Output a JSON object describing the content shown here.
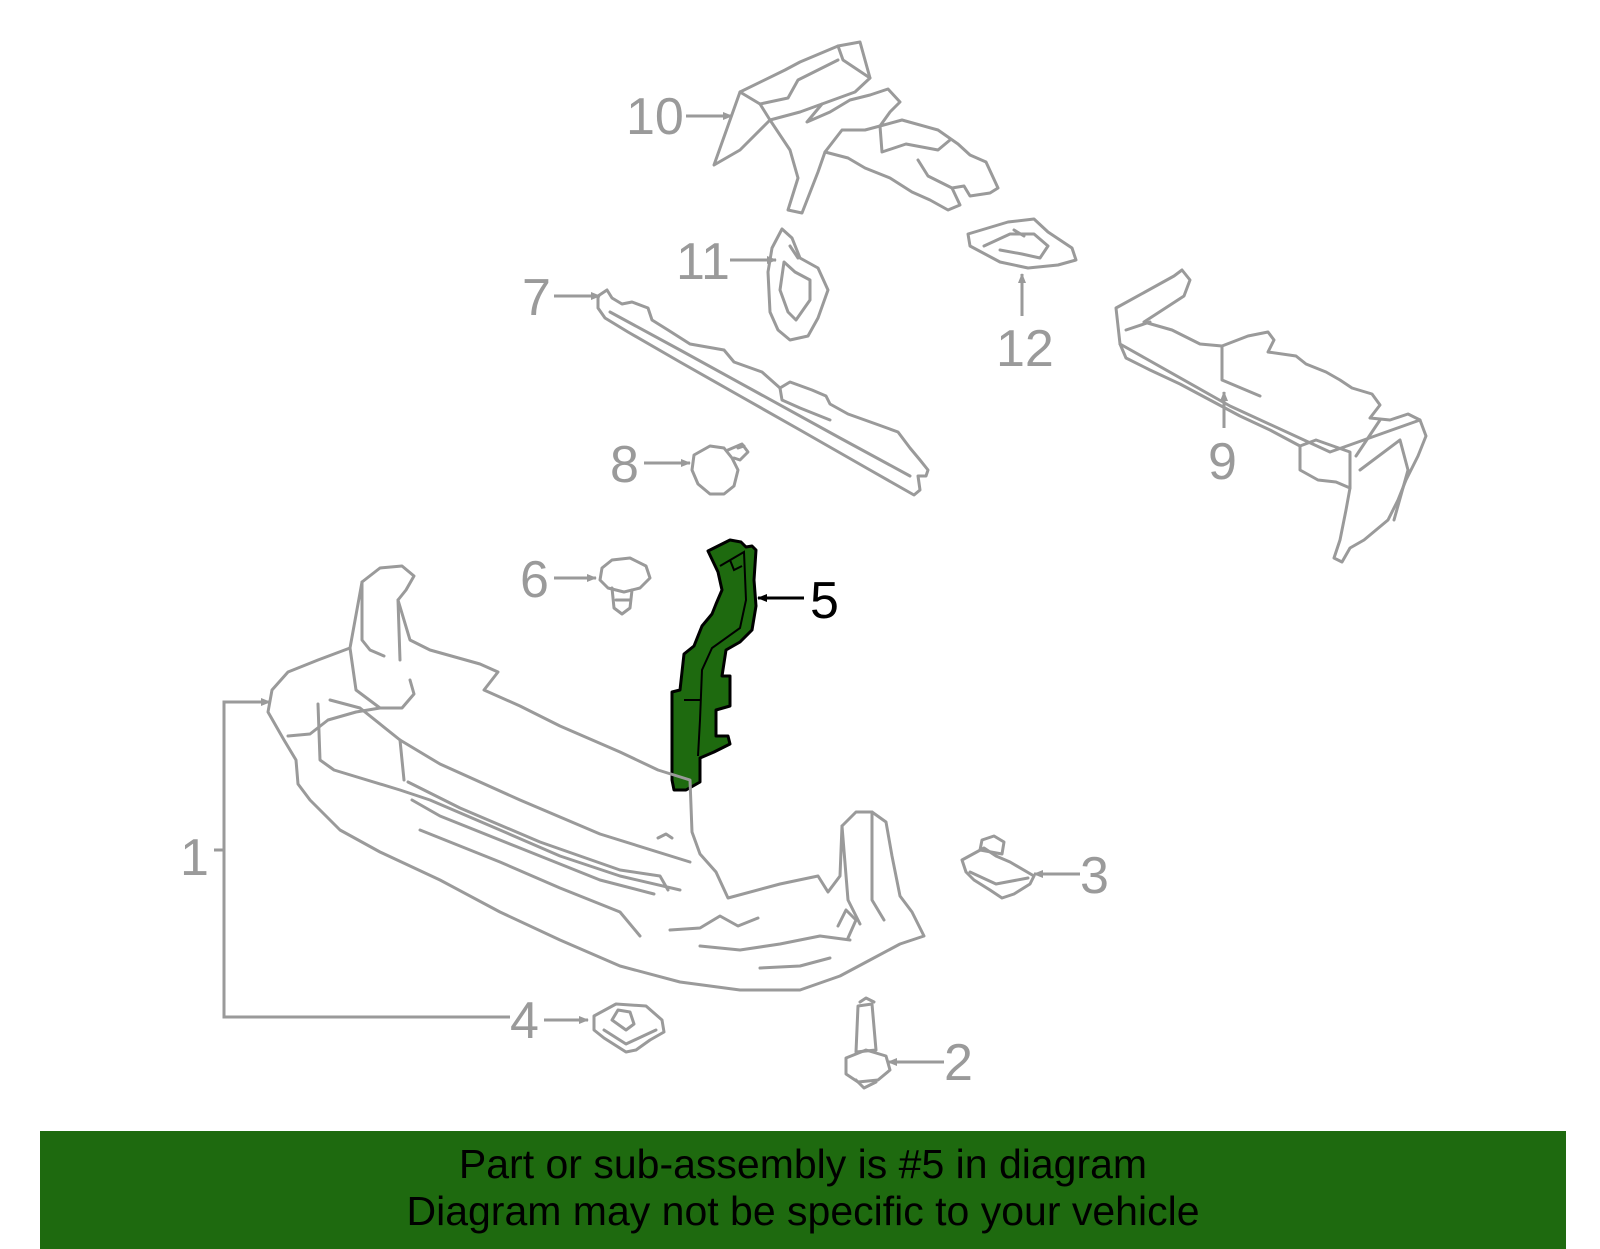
{
  "colors": {
    "highlight": "#1e6a0f",
    "line_gray": "#9a9a9a",
    "text_black": "#000000",
    "background": "#ffffff"
  },
  "diagram": {
    "highlighted_part": "5",
    "callouts": [
      "1",
      "2",
      "3",
      "4",
      "5",
      "6",
      "7",
      "8",
      "9",
      "10",
      "11",
      "12"
    ]
  },
  "banner": {
    "line1": "Part or sub-assembly is #5 in diagram",
    "line2": "Diagram may not be specific to your vehicle"
  }
}
